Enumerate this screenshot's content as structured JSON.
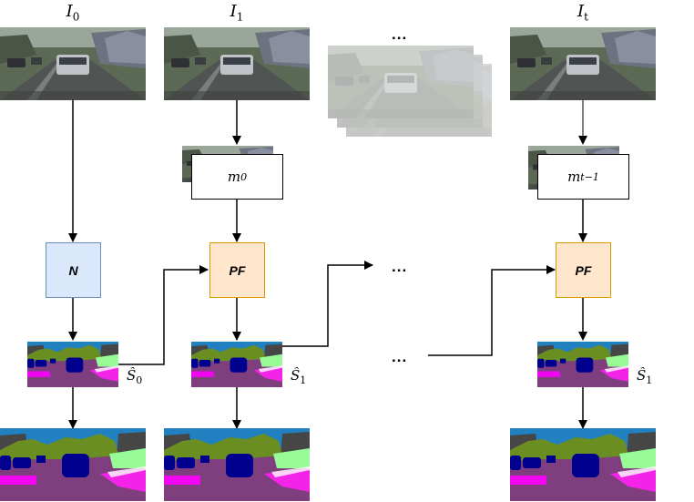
{
  "columns": [
    {
      "frame_symbol": "I",
      "frame_index": "0",
      "node_label": "N",
      "node_color": "#dae8fc",
      "node_border": "#6c8ebf",
      "mask_symbol": "",
      "mask_index": "",
      "seg_symbol": "Ŝ",
      "seg_index": "0"
    },
    {
      "frame_symbol": "I",
      "frame_index": "1",
      "node_label": "PF",
      "node_color": "#ffe6cc",
      "node_border": "#d79b00",
      "mask_symbol": "m",
      "mask_index": "0",
      "seg_symbol": "Ŝ",
      "seg_index": "1"
    },
    {
      "frame_symbol": "I",
      "frame_index": "t",
      "node_label": "PF",
      "node_color": "#ffe6cc",
      "node_border": "#d79b00",
      "mask_symbol": "m",
      "mask_index": "t−1",
      "seg_symbol": "Ŝ",
      "seg_index": "1"
    }
  ],
  "ellipses": {
    "frames_top": "...",
    "node_row": "...",
    "seg_row": "..."
  },
  "colors": {
    "road": "#7f3f7f",
    "sky": "#2080c0",
    "vegetation": "#6b8e23",
    "building": "#464646",
    "car": "#00008e",
    "sidewalk": "#f423e8",
    "terrain": "#98fb98"
  }
}
